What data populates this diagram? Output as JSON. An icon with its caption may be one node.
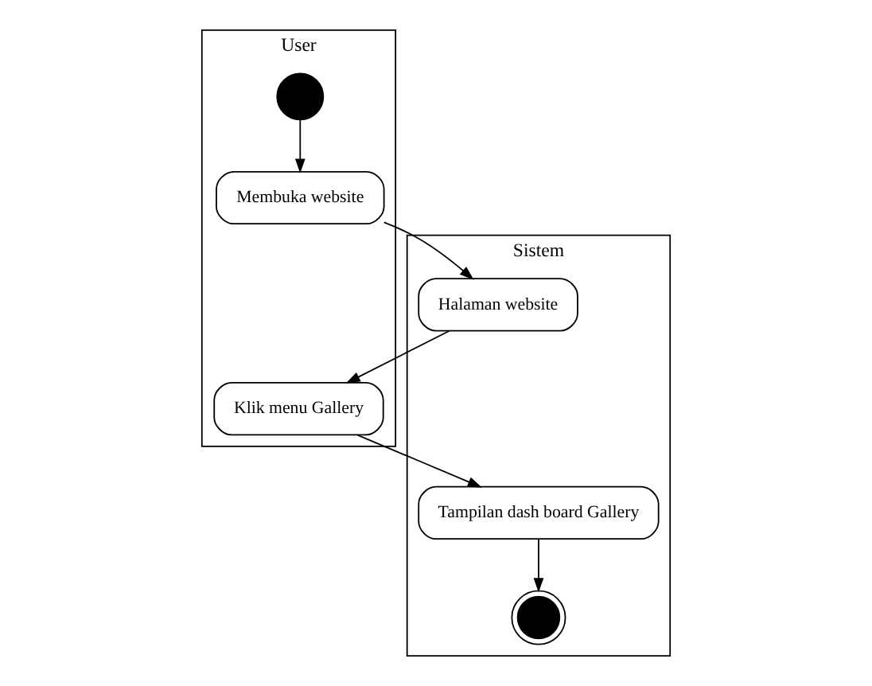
{
  "diagram": {
    "nodes": [
      {
        "text": [
          "User"
        ]
      },
      {
        "text": [
          "Sistem"
        ]
      },
      {
        "text": [],
        "shape": "circle",
        "in": 0
      },
      {
        "text": [
          "Membuka website"
        ],
        "in": 0
      },
      {
        "text": [
          "Halaman website"
        ],
        "in": 1
      },
      {
        "text": [
          "Klik menu Gallery"
        ],
        "in": 0
      },
      {
        "text": [
          "Tampilan dash board Gallery"
        ],
        "in": 1
      },
      {
        "text": [],
        "shape": "bullseye",
        "in": 1
      }
    ],
    "edges": [
      {
        "from": 2,
        "to": 3,
        "arrow": "to"
      },
      {
        "from": 3,
        "to": 4,
        "arrow": "to"
      },
      {
        "from": 4,
        "to": 5,
        "arrow": "to"
      },
      {
        "from": 5,
        "to": 6,
        "arrow": "to"
      },
      {
        "from": 6,
        "to": 7,
        "arrow": "to"
      }
    ]
  }
}
